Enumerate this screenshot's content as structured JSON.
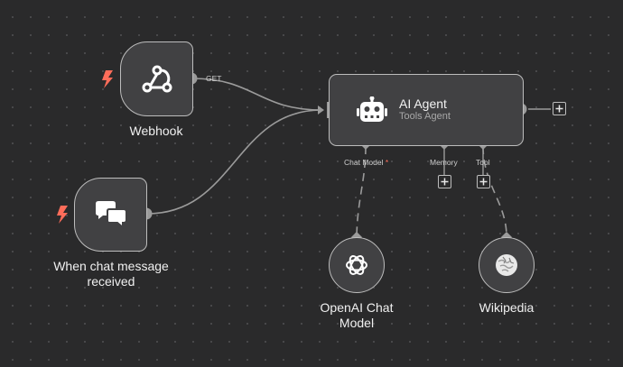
{
  "canvas": {
    "nodes": {
      "webhook": {
        "label": "Webhook",
        "icon": "webhook-icon",
        "trigger": true
      },
      "chat_trigger": {
        "label_line1": "When chat message",
        "label_line2": "received",
        "icon": "chat-icon",
        "trigger": true
      },
      "ai_agent": {
        "title": "AI Agent",
        "subtitle": "Tools Agent",
        "icon": "robot-icon"
      },
      "openai_chat_model": {
        "label_line1": "OpenAI Chat",
        "label_line2": "Model",
        "icon": "openai-icon"
      },
      "wikipedia": {
        "label": "Wikipedia",
        "icon": "wikipedia-icon"
      }
    },
    "edge_labels": {
      "webhook_output": "GET"
    },
    "agent_inputs": {
      "chat_model": {
        "label": "Chat Model",
        "required_marker": "*"
      },
      "memory": {
        "label": "Memory"
      },
      "tool": {
        "label": "Tool"
      }
    },
    "colors": {
      "background": "#2a2a2b",
      "node_fill": "#414143",
      "node_border": "#bdbdbd",
      "trigger_bolt": "#ff6d5a",
      "connection": "#9b9b9b",
      "required_marker": "#ff6d5a"
    }
  }
}
